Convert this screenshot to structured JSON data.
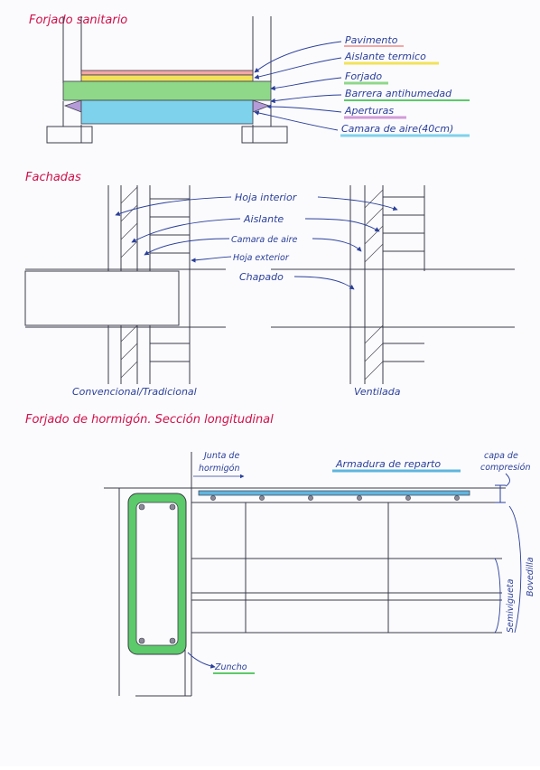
{
  "section1": {
    "title": "Forjado sanitario",
    "labels": {
      "pavimento": "Pavimento",
      "aislante": "Aislante termico",
      "forjado": "Forjado",
      "barrera": "Barrera antihumedad",
      "apertura": "Aperturas",
      "camara": "Camara de aire(40cm)"
    }
  },
  "section2": {
    "title": "Fachadas",
    "labels": {
      "hoja_int": "Hoja interior",
      "aislante": "Aislante",
      "camara": "Camara de aire",
      "hoja_ext": "Hoja exterior",
      "chapado": "Chapado"
    },
    "caption_left": "Convencional/Tradicional",
    "caption_right": "Ventilada"
  },
  "section3": {
    "title": "Forjado de hormigón. Sección longitudinal",
    "labels": {
      "junta": "Junta de",
      "junta2": "hormigón",
      "armadura": "Armadura de reparto",
      "capa": "capa de",
      "capa2": "compresión",
      "bovedilla": "Bovedilla",
      "semivigueta": "Semivigueta",
      "zuncho": "Zuncho"
    }
  },
  "colors": {
    "pavimento": "#f4a6a6",
    "aislante": "#f1e25a",
    "forjado": "#8fd88a",
    "barrera": "#b59bd8",
    "camara": "#7fd2ec",
    "zuncho": "#5cc96a",
    "armadura": "#5fb6de"
  }
}
